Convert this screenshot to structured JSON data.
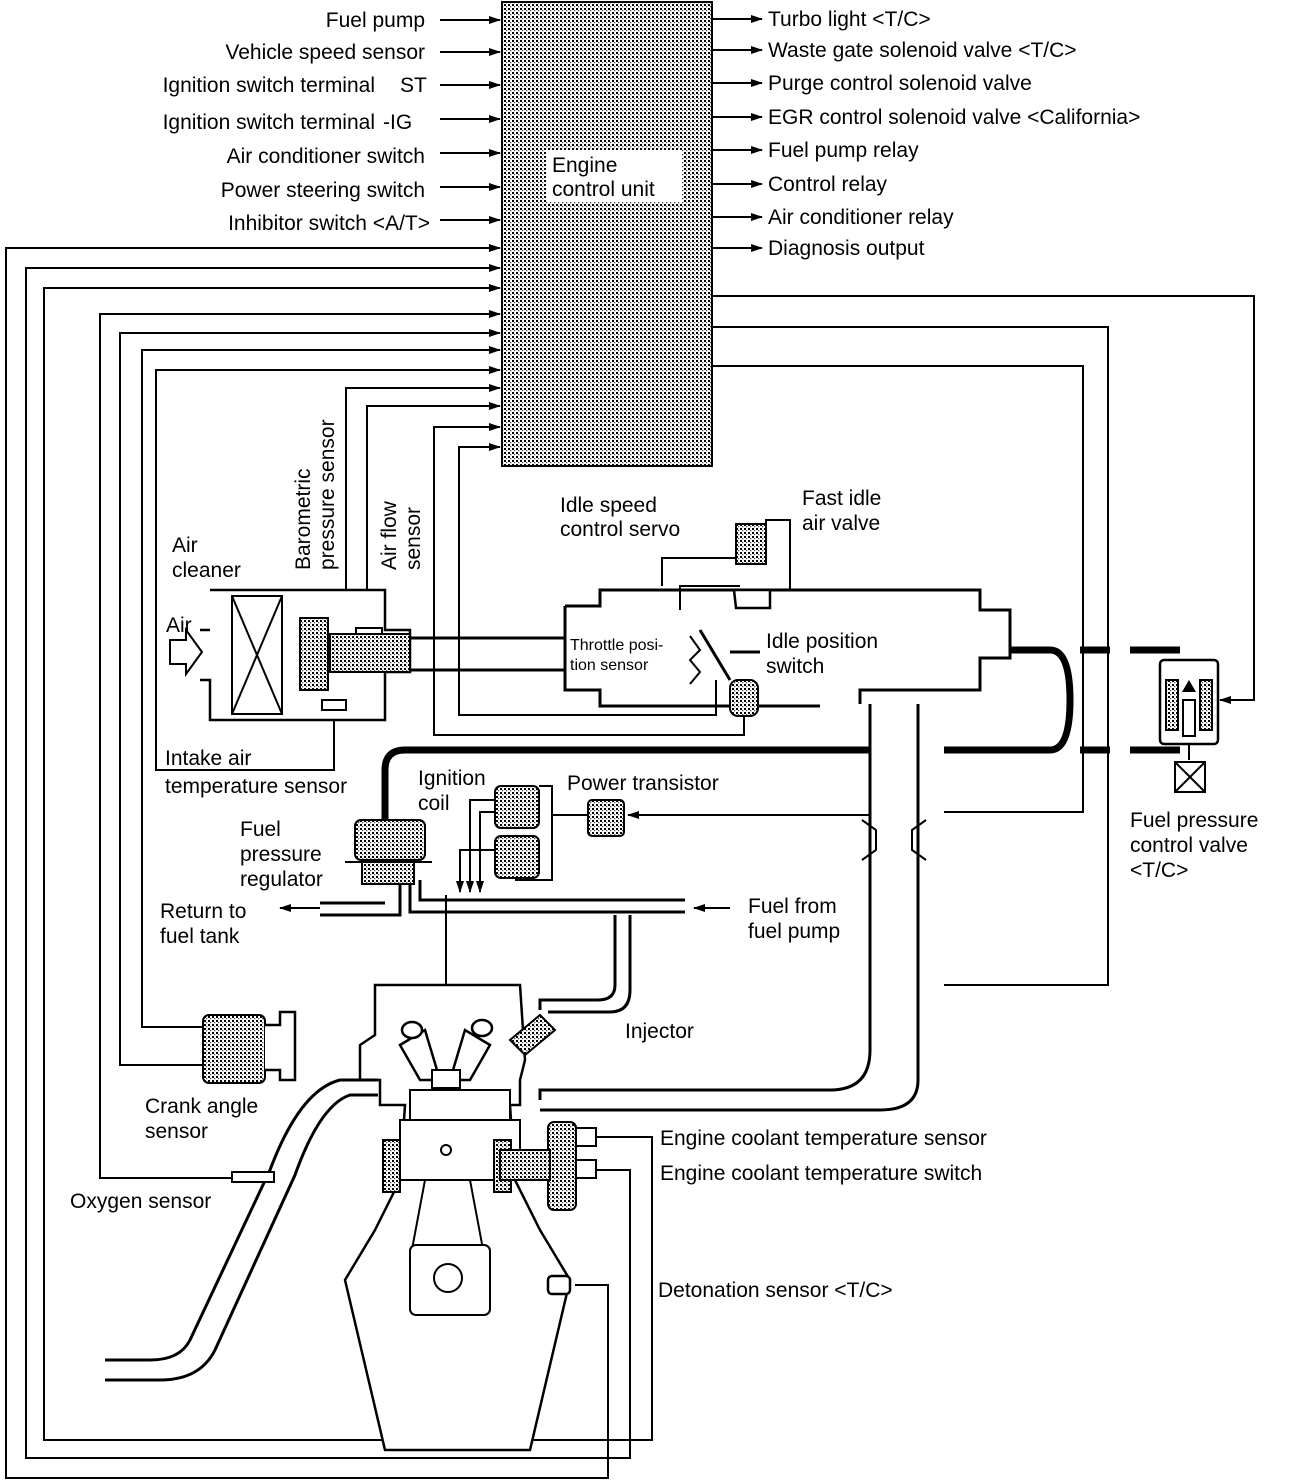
{
  "ecu": {
    "line1": "Engine",
    "line2": "control unit"
  },
  "inputs": [
    "Fuel pump",
    "Vehicle speed sensor",
    "Ignition switch terminal",
    "Ignition switch terminal",
    "Air conditioner switch",
    "Power steering switch",
    "Inhibitor switch <A/T>"
  ],
  "input_suffixes": {
    "st": "ST",
    "ig": "-IG"
  },
  "outputs": [
    "Turbo light <T/C>",
    "Waste gate solenoid valve <T/C>",
    "Purge control solenoid valve",
    "EGR control solenoid valve <California>",
    "Fuel pump relay",
    "Control relay",
    "Air conditioner relay",
    "Diagnosis output"
  ],
  "components": {
    "barometric": {
      "line1": "Barometric",
      "line2": "pressure sensor"
    },
    "air_flow": {
      "line1": "Air flow",
      "line2": "sensor"
    },
    "air_cleaner": {
      "line1": "Air",
      "line2": "cleaner"
    },
    "air_label": "Air",
    "idle_speed": {
      "line1": "Idle speed",
      "line2": "control servo"
    },
    "fast_idle": {
      "line1": "Fast idle",
      "line2": "air valve"
    },
    "throttle": {
      "line1": "Throttle posi-",
      "line2": "tion sensor"
    },
    "idle_position": {
      "line1": "Idle position",
      "line2": "switch"
    },
    "intake_air": {
      "line1": "Intake air",
      "line2": "temperature sensor"
    },
    "ignition_coil": {
      "line1": "Ignition",
      "line2": "coil"
    },
    "power_transistor": "Power transistor",
    "fuel_regulator": {
      "line1": "Fuel",
      "line2": "pressure",
      "line3": "regulator"
    },
    "return_tank": {
      "line1": "Return to",
      "line2": "fuel tank"
    },
    "fuel_from_pump": {
      "line1": "Fuel from",
      "line2": "fuel pump"
    },
    "injector": "Injector",
    "crank_angle": {
      "line1": "Crank angle",
      "line2": "sensor"
    },
    "oxygen": "Oxygen sensor",
    "coolant_sensor": "Engine coolant temperature sensor",
    "coolant_switch": "Engine coolant temperature switch",
    "detonation": "Detonation sensor <T/C>",
    "fuel_pressure_valve": {
      "line1": "Fuel pressure",
      "line2": "control valve",
      "line3": "<T/C>"
    }
  }
}
